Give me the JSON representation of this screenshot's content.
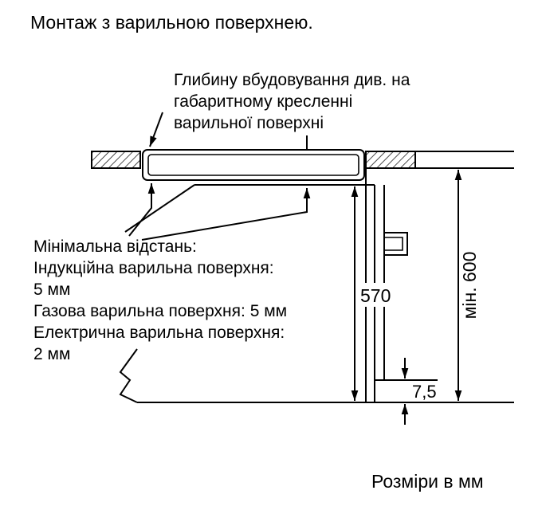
{
  "title": "Монтаж з варильною поверхнею.",
  "annotation": {
    "lines": [
      "Глибину вбудовування див. на",
      "габаритному кресленні",
      "варильної поверхні"
    ]
  },
  "min_distance_note": {
    "lines": [
      "Мінімальна відстань:",
      "Індукційна варильна поверхня:",
      "5 мм",
      "Газова варильна поверхня: 5 мм",
      "Електрична варильна поверхня:",
      "2 мм"
    ]
  },
  "dimensions": {
    "oven_niche_height": "570",
    "min_installation_height": "мін. 600",
    "bottom_front_gap": "7,5"
  },
  "units_note": "Розміри в мм",
  "colors": {
    "line": "#000000",
    "background": "#ffffff"
  }
}
